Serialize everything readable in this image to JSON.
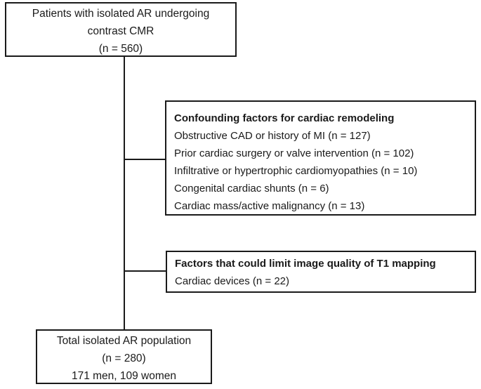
{
  "figure": {
    "top_box": {
      "lines": [
        "Patients with isolated AR undergoing",
        "contrast CMR",
        "(n = 560)"
      ]
    },
    "confounding_box": {
      "title": "Confounding factors for cardiac remodeling",
      "items": [
        "Obstructive CAD or history of MI (n = 127)",
        "Prior cardiac surgery or valve intervention (n = 102)",
        "Infiltrative or hypertrophic cardiomyopathies (n = 10)",
        "Congenital cardiac shunts (n = 6)",
        "Cardiac mass/active malignancy (n = 13)"
      ]
    },
    "t1_box": {
      "title": "Factors that could limit image quality of T1 mapping",
      "items": [
        "Cardiac devices (n = 22)"
      ]
    },
    "bottom_box": {
      "lines": [
        "Total isolated AR population",
        "(n = 280)",
        "171 men, 109 women"
      ]
    },
    "colors": {
      "border": "#1a1a1a",
      "background": "#ffffff",
      "text": "#1a1a1a"
    }
  }
}
